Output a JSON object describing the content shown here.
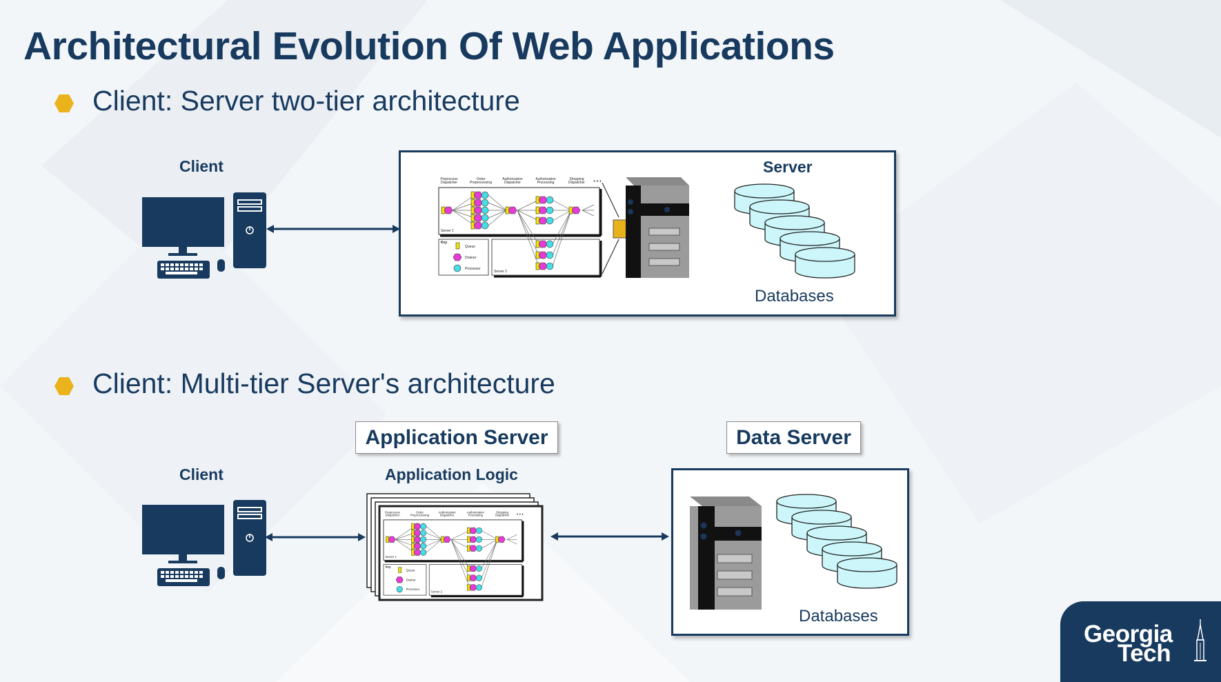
{
  "title": "Architectural Evolution Of Web Applications",
  "bullets": [
    {
      "text": "Client: Server two-tier architecture"
    },
    {
      "text": "Client: Multi-tier Server's architecture"
    }
  ],
  "two_tier": {
    "client_label": "Client",
    "server_label": "Server",
    "databases_label": "Databases"
  },
  "multi_tier": {
    "client_label": "Client",
    "app_server_label": "Application Server",
    "app_logic_label": "Application Logic",
    "data_server_label": "Data Server",
    "databases_label": "Databases"
  },
  "workflow": {
    "stages": [
      "Preprocess Dispatcher",
      "Order Preprocessing",
      "Authorization Dispatcher",
      "Authorization Processing",
      "Shopping Dispatcher"
    ],
    "ellipsis": "• • •",
    "server1": "Server 1",
    "server2": "Server 2",
    "key_title": "Key",
    "key_items": [
      "Queue",
      "Drainer",
      "Processor"
    ]
  },
  "logo": {
    "line1": "Georgia",
    "line2": "Tech"
  },
  "colors": {
    "navy": "#173a5e",
    "gold": "#eab21b",
    "db_fill": "#ccf6f9",
    "magenta": "#e83ad7",
    "cyan": "#46dde6",
    "queue_yellow": "#f4e400",
    "connector_gold": "#e8b21b"
  }
}
